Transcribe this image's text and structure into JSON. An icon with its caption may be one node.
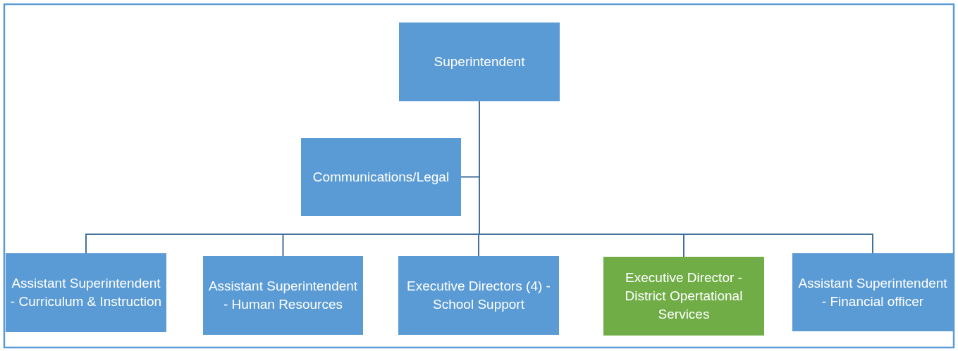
{
  "diagram": {
    "nodes": [
      {
        "text": [
          "Superintendent"
        ]
      },
      {
        "text": [
          "Communications/Legal"
        ]
      },
      {
        "text": [
          "Assistant Superintendent - Curriculum & Instruction"
        ]
      },
      {
        "text": [
          "Assistant Superintendent - Human Resources"
        ]
      },
      {
        "text": [
          "Executive Directors (4) - School Support"
        ]
      },
      {
        "text": [
          "Executive Director - District Opertational Services"
        ]
      },
      {
        "text": [
          "Assistant Superintendent - Financial officer"
        ]
      }
    ],
    "edges": [
      {
        "from": 0,
        "to": 1,
        "arrow": "none"
      },
      {
        "from": 0,
        "to": 2,
        "arrow": "none"
      },
      {
        "from": 0,
        "to": 3,
        "arrow": "none"
      },
      {
        "from": 0,
        "to": 4,
        "arrow": "none"
      },
      {
        "from": 0,
        "to": 5,
        "arrow": "none"
      },
      {
        "from": 0,
        "to": 6,
        "arrow": "none"
      }
    ]
  }
}
